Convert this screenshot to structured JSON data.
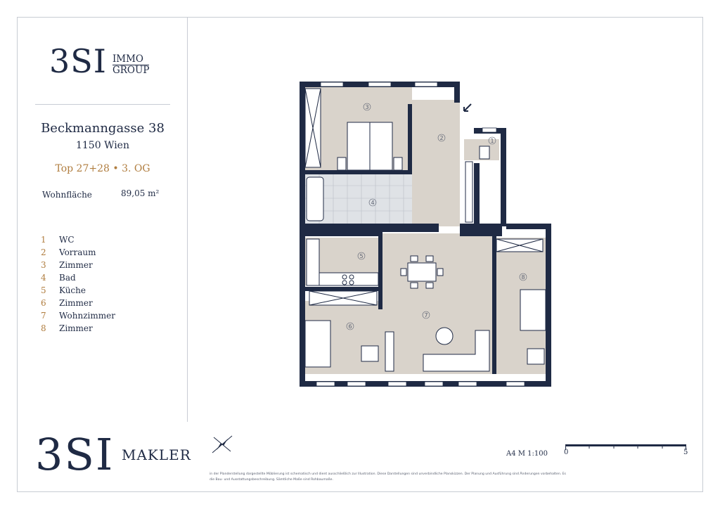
{
  "brand": {
    "logo_main": "3SI",
    "logo_line1": "IMMO",
    "logo_line2": "GROUP"
  },
  "property": {
    "street": "Beckmanngasse 38",
    "city": "1150 Wien",
    "unit": "Top 27+28 • 3. OG",
    "area_label": "Wohnfläche",
    "area_value": "89,05 m²"
  },
  "rooms": [
    {
      "num": "1",
      "name": "WC"
    },
    {
      "num": "2",
      "name": "Vorraum"
    },
    {
      "num": "3",
      "name": "Zimmer"
    },
    {
      "num": "4",
      "name": "Bad"
    },
    {
      "num": "5",
      "name": "Küche"
    },
    {
      "num": "6",
      "name": "Zimmer"
    },
    {
      "num": "7",
      "name": "Wohnzimmer"
    },
    {
      "num": "8",
      "name": "Zimmer"
    }
  ],
  "footer": {
    "makler_logo_main": "3SI",
    "makler_logo_text": "MAKLER",
    "scale_text": "A4  M 1:100",
    "scale_start": "0",
    "scale_end": "5",
    "footnote_1": "in der Planderstellung dargestellte Möblierung ist schematisch und dient ausschließlich zur Illustration. Diese Darstellungen sind unverbindliche Planskizzen. Der Planung und Ausführung sind Änderungen vorbehalten. Es",
    "footnote_2": "die Bau- und Ausstattungsbeschreibung. Sämtliche Maße sind Rohbaumaße."
  },
  "colors": {
    "navy": "#1f2a44",
    "accent": "#b07d3f",
    "room_fill": "#d9d3cb",
    "tile": "#dfe2e6"
  }
}
